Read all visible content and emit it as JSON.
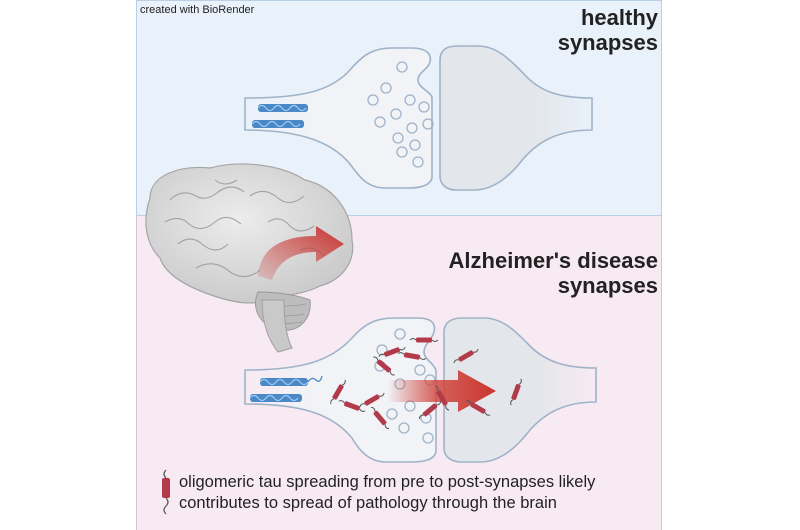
{
  "credit": "created with BioRender",
  "healthy": {
    "title_line1": "healthy",
    "title_line2": "synapses"
  },
  "disease": {
    "title_line1": "Alzheimer's disease",
    "title_line2": "synapses"
  },
  "legend": {
    "line1": "oligomeric tau spreading from pre to post-synapses likely",
    "line2": "contributes to spread of pathology through the brain"
  },
  "colors": {
    "healthy_bg": "#e9f1fa",
    "disease_bg": "#f8eaf3",
    "membrane": "#9fb3c8",
    "synapse_fill": "#f1f3f6",
    "tau_fibril": "#4a88c7",
    "tau_oligomer": "#b33a4a",
    "arrow_red": "#c9342f",
    "brain": "#d6d6d6"
  }
}
